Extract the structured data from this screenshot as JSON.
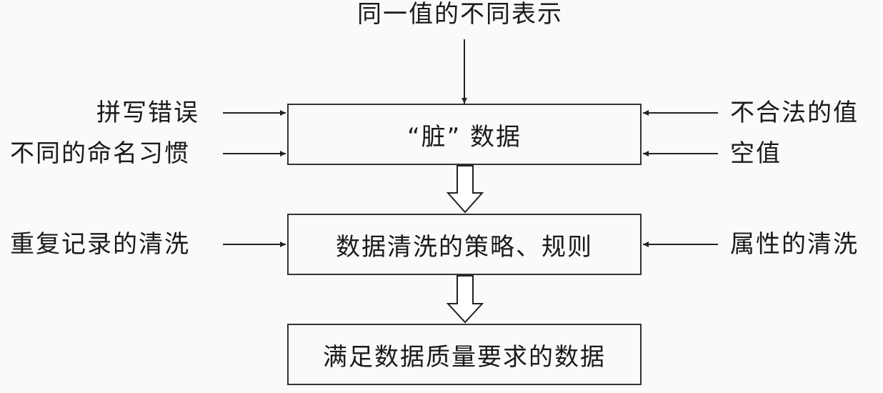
{
  "diagram": {
    "top_input": "同一值的不同表示",
    "boxes": {
      "dirty_data": "“脏” 数据",
      "cleaning_rules": "数据清洗的策略、规则",
      "quality_data": "满足数据质量要求的数据"
    },
    "left_inputs": {
      "spelling_errors": "拼写错误",
      "naming_conventions": "不同的命名习惯",
      "duplicate_cleaning": "重复记录的清洗"
    },
    "right_inputs": {
      "invalid_values": "不合法的值",
      "null_values": "空值",
      "attribute_cleaning": "属性的清洗"
    }
  }
}
